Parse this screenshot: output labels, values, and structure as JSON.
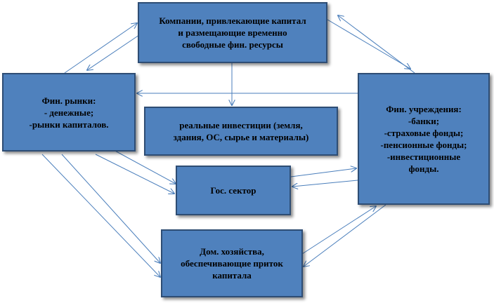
{
  "nodes": {
    "companies": [
      "Компании, привлекающие капитал",
      "и размещающие  временно",
      "свободные фин. ресурсы"
    ],
    "markets": [
      "Фин. рынки:",
      "- денежные;",
      "-рынки капиталов."
    ],
    "real_investments": [
      "реальные инвестиции (земля,",
      "здания, ОС, сырье и материалы)"
    ],
    "institutions": [
      "Фин. учреждения:",
      "-банки;",
      "-страховые фонды;",
      "-пенсионные фонды;",
      "-инвестиционные",
      "фонды."
    ],
    "gov": [
      "Гос. сектор"
    ],
    "households": [
      "Дом. хозяйства,",
      "обеспечивающие приток",
      "капитала"
    ]
  },
  "colors": {
    "box_fill": "#4f81bd",
    "box_border": "#2e4d74",
    "arrow": "#4a7ebb"
  }
}
